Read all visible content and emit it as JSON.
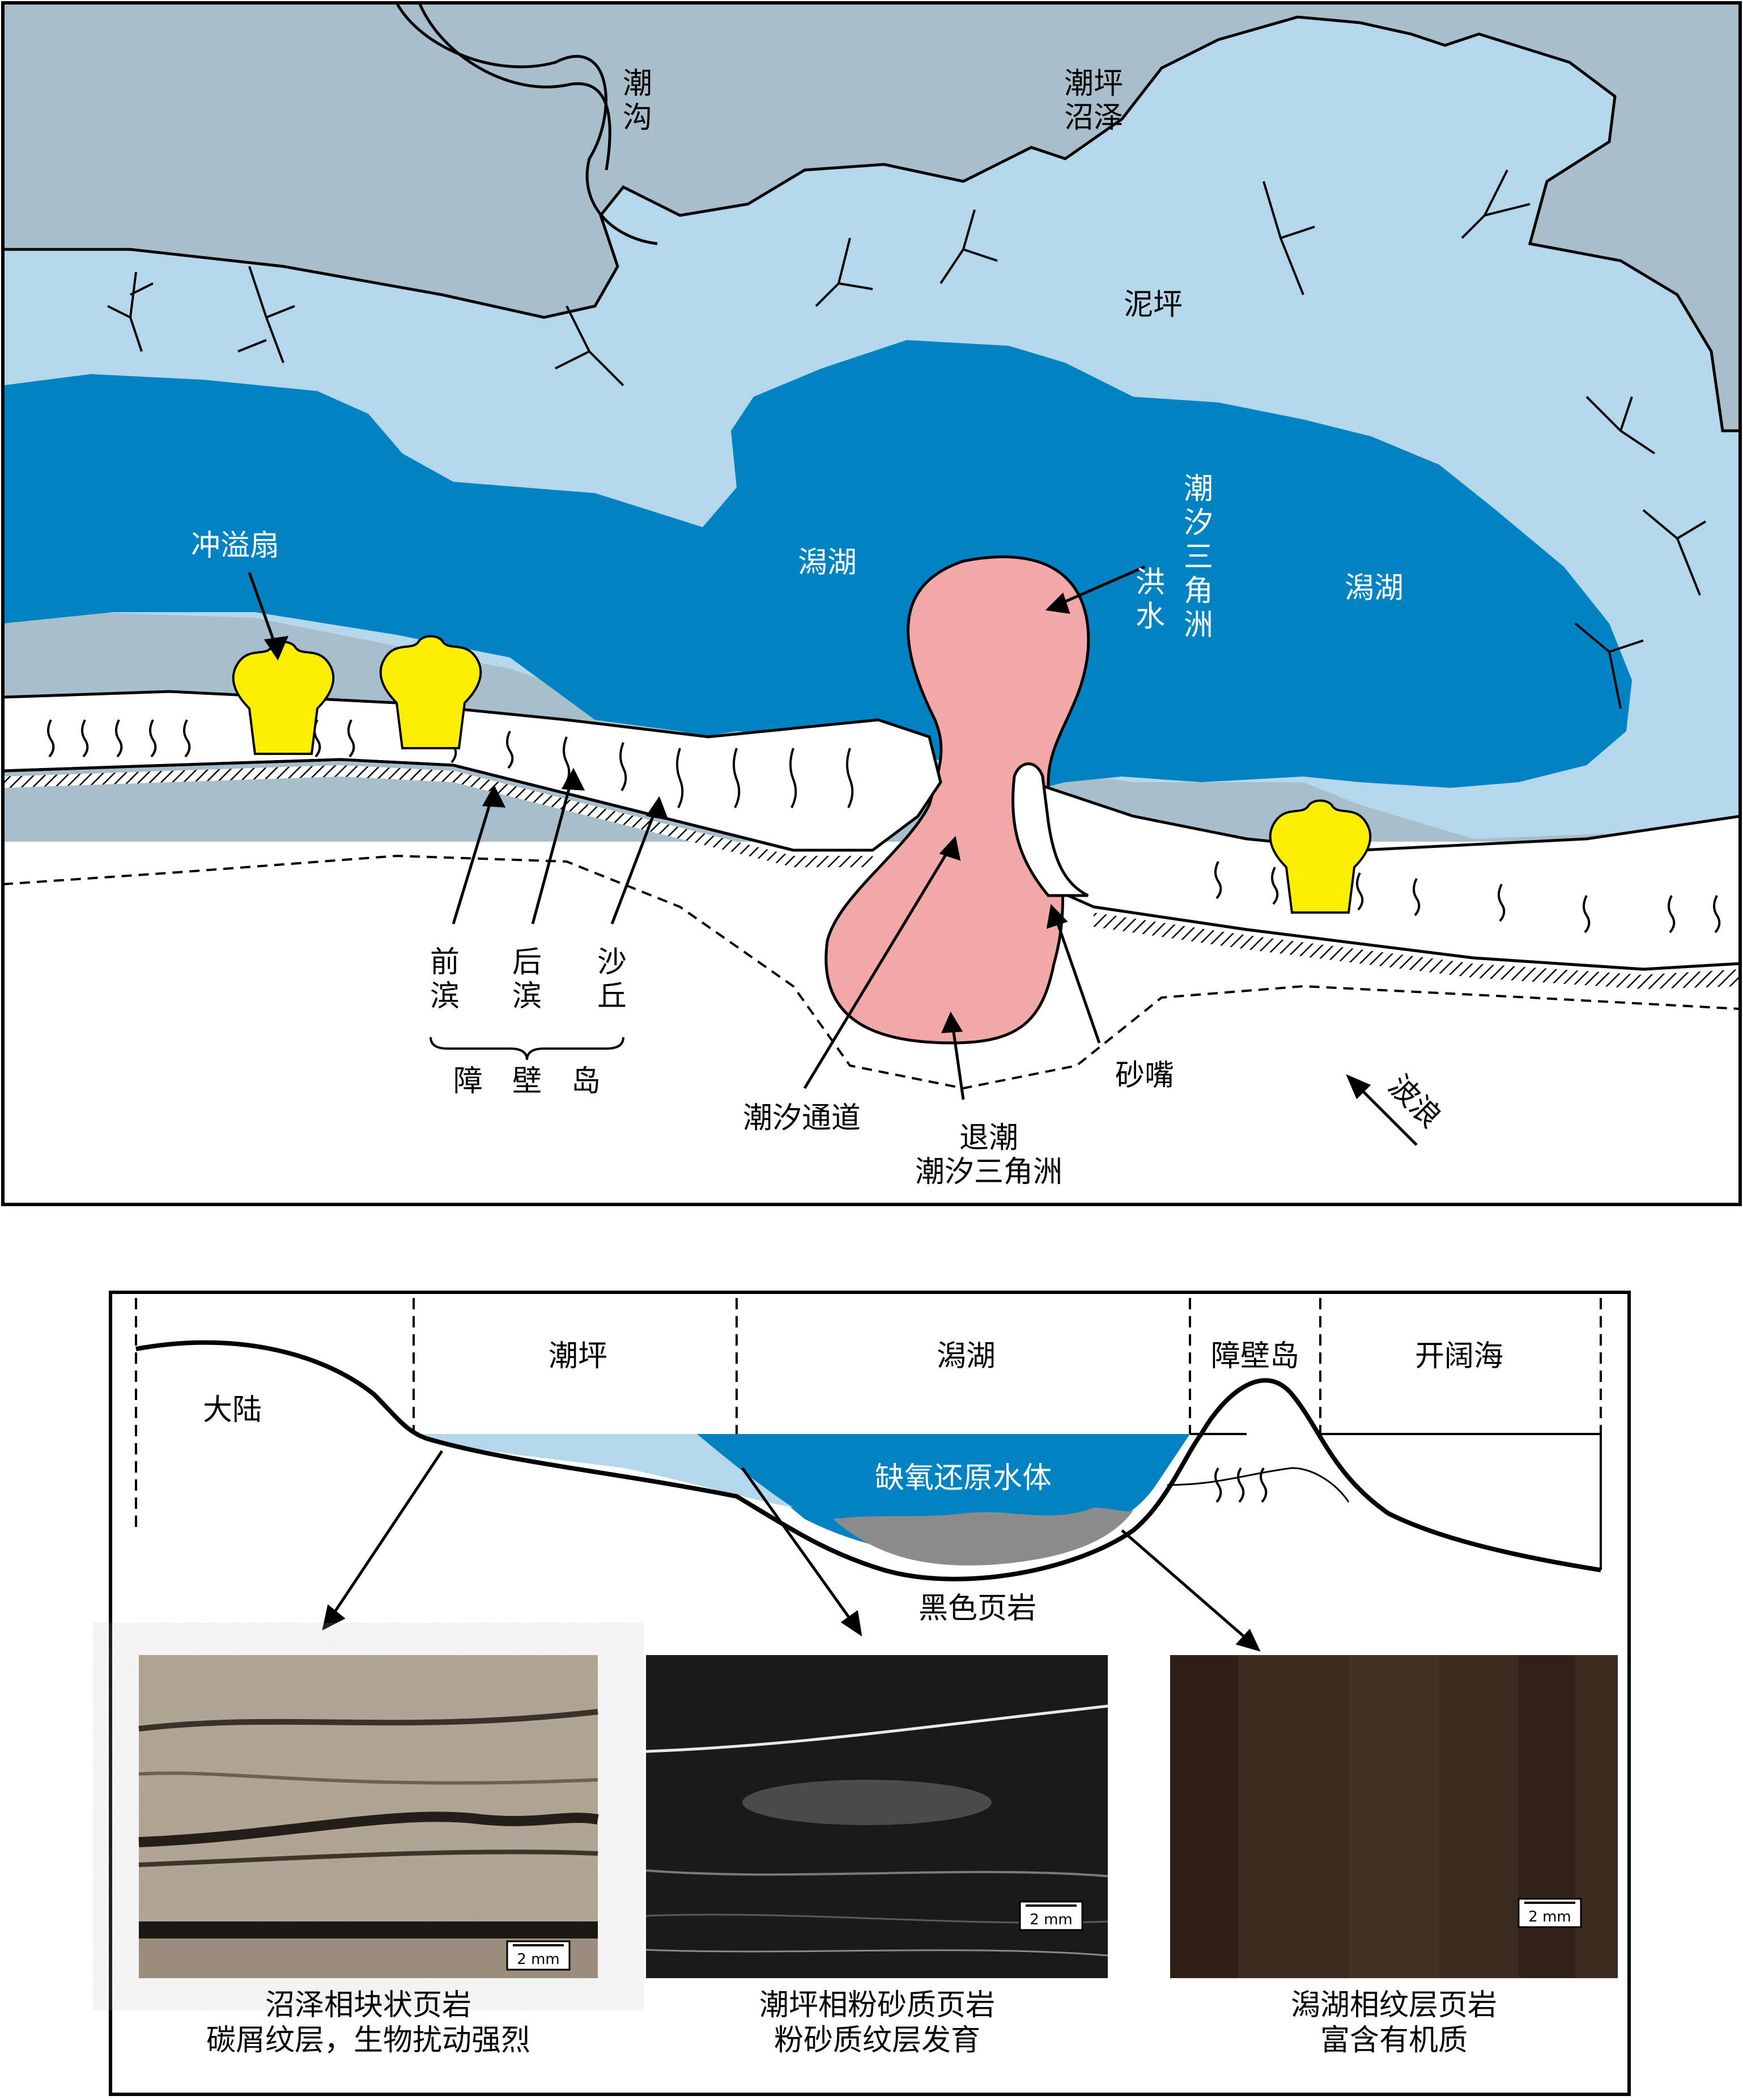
{
  "map": {
    "tidal_channel": "潮\n沟",
    "tidal_flat_marsh": "潮坪\n沼泽",
    "mud_flat": "泥坪",
    "lagoon_left": "潟湖",
    "lagoon_right": "潟湖",
    "washover_fan": "冲溢扇",
    "flood_tidal_delta": "潮\n汐\n三\n角\n洲",
    "flood": "洪\n水",
    "foreshore": "前\n滨",
    "backshore": "后\n滨",
    "dune": "沙\n丘",
    "barrier_island": "障　壁　岛",
    "tidal_inlet": "潮汐通道",
    "ebb_tidal_delta": "退潮\n潮汐三角洲",
    "spit": "砂嘴",
    "waves": "波浪"
  },
  "section": {
    "columns": [
      "潮坪",
      "潟湖",
      "障壁岛",
      "开阔海"
    ],
    "mainland": "大陆",
    "anoxic_water": "缺氧还原水体",
    "black_shale": "黑色页岩"
  },
  "photos": [
    {
      "scale": "2 mm",
      "caption": "沼泽相块状页岩\n碳屑纹层，生物扰动强烈"
    },
    {
      "scale": "2 mm",
      "caption": "潮坪相粉砂质页岩\n粉砂质纹层发育"
    },
    {
      "scale": "2 mm",
      "caption": "潟湖相纹层页岩\n富含有机质"
    }
  ],
  "colors": {
    "marsh": "#a8bfcb",
    "tidal_flat": "#b5d7ec",
    "lagoon": "#0082c3",
    "delta": "#f2a7a8",
    "washover": "#fbee00",
    "black_shale": "#8c8c8c"
  }
}
